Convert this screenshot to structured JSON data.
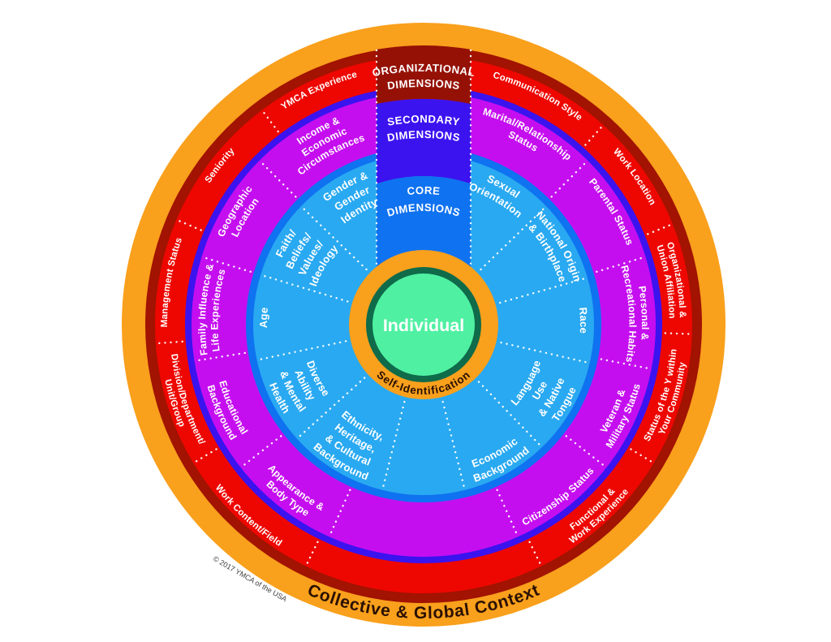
{
  "background_color": "#FFFFFF",
  "center": {
    "label": "Individual",
    "circle_color": "#4FF0A2",
    "border_color": "#0F6B4A",
    "text_color": "#FFFFFF"
  },
  "inner_ring": {
    "label": "Self-Identification",
    "color": "#F9A01C",
    "text_color": "#2A1002"
  },
  "outer_ring": {
    "label": "Collective & Global Context",
    "color": "#F9A01C",
    "text_color": "#2A1002"
  },
  "copyright": "© 2017 YMCA of the USA",
  "title_wedges": [
    {
      "id": "organizational",
      "lines": [
        "ORGANIZATIONAL",
        "DIMENSIONS"
      ],
      "color": "#951106"
    },
    {
      "id": "secondary",
      "lines": [
        "SECONDARY",
        "DIMENSIONS"
      ],
      "color": "#3B13EF"
    },
    {
      "id": "core",
      "lines": [
        "CORE",
        "DIMENSIONS"
      ],
      "color": "#0F72F0"
    }
  ],
  "rings": [
    {
      "id": "organizational",
      "name": "Organizational Dimensions",
      "color": "#EE0701",
      "border_color": "#A21301",
      "text_color": "#FFFFFF",
      "separators": [
        42,
        68,
        92,
        121,
        154,
        206,
        239,
        266,
        293,
        323
      ],
      "segments": [
        {
          "label": "Communication Style",
          "lines": [
            "Communication Style"
          ],
          "mid": 26.5,
          "reversed": false
        },
        {
          "label": "Work Location",
          "lines": [
            "Work Location"
          ],
          "mid": 55,
          "reversed": false
        },
        {
          "label": "Organizational & Union Affiliation",
          "lines": [
            "Organizational &",
            "Union Affiliation"
          ],
          "mid": 80,
          "reversed": false
        },
        {
          "label": "Status of the Y within Your Community",
          "lines": [
            "Status of the Y within",
            "Your Community"
          ],
          "mid": 106.5,
          "reversed": true
        },
        {
          "label": "Functional & Work Experience",
          "lines": [
            "Functional &",
            "Work Experience"
          ],
          "mid": 137.5,
          "reversed": true
        },
        {
          "label": "Work Content/Field",
          "lines": [
            "Work Content/Field"
          ],
          "mid": 222.5,
          "reversed": true
        },
        {
          "label": "Division/Department/Unit/Group",
          "lines": [
            "Division/Department/",
            "Unit/Group"
          ],
          "mid": 252.5,
          "reversed": true
        },
        {
          "label": "Management Status",
          "lines": [
            "Management Status"
          ],
          "mid": 279.5,
          "reversed": false
        },
        {
          "label": "Seniority",
          "lines": [
            "Seniority"
          ],
          "mid": 308,
          "reversed": false
        },
        {
          "label": "YMCA Experience",
          "lines": [
            "YMCA Experience"
          ],
          "mid": 336,
          "reversed": false
        }
      ]
    },
    {
      "id": "secondary",
      "name": "Secondary Dimensions",
      "color": "#C50EF0",
      "border_color": "#3B13EF",
      "text_color": "#FFFFFF",
      "separators": [
        45,
        73,
        101,
        128,
        156,
        204,
        232,
        261,
        287,
        315
      ],
      "segments": [
        {
          "label": "Marital/Relationship Status",
          "lines": [
            "Marital/Relationship",
            "Status"
          ],
          "mid": 28.5,
          "reversed": false
        },
        {
          "label": "Parental Status",
          "lines": [
            "Parental Status"
          ],
          "mid": 59,
          "reversed": false
        },
        {
          "label": "Personal & Recreational Habits",
          "lines": [
            "Personal &",
            "Recreational Habits"
          ],
          "mid": 87,
          "reversed": false
        },
        {
          "label": "Veteran & Military Status",
          "lines": [
            "Veteran &",
            "Military Status"
          ],
          "mid": 114.5,
          "reversed": true
        },
        {
          "label": "Citizenship Status",
          "lines": [
            "Citizenship Status"
          ],
          "mid": 142,
          "reversed": true
        },
        {
          "label": "Appearance & Body Type",
          "lines": [
            "Appearance &",
            "Body Type"
          ],
          "mid": 218,
          "reversed": true
        },
        {
          "label": "Educational Background",
          "lines": [
            "Educational",
            "Background"
          ],
          "mid": 246.5,
          "reversed": true
        },
        {
          "label": "Family Influence & Life Experiences",
          "lines": [
            "Family Influence &",
            "Life Experiences"
          ],
          "mid": 274,
          "reversed": false
        },
        {
          "label": "Geographic Location",
          "lines": [
            "Geographic",
            "Location"
          ],
          "mid": 301,
          "reversed": false
        },
        {
          "label": "Income & Economic Circumstances",
          "lines": [
            "Income &",
            "Economic",
            "Circumstances"
          ],
          "mid": 331.5,
          "reversed": false
        }
      ]
    },
    {
      "id": "core",
      "name": "Core Dimensions",
      "color": "#29A9F1",
      "border_color": "#0F72F0",
      "text_color": "#FFFFFF",
      "separators": [
        46,
        74,
        103,
        136,
        166,
        194,
        228,
        258,
        287,
        314
      ],
      "segments": [
        {
          "label": "Sexual Orientation",
          "lines": [
            "Sexual",
            "Orientation"
          ],
          "mid": 30,
          "reversed": false
        },
        {
          "label": "National Origin & Birthplace",
          "lines": [
            "National Origin",
            "& Birthplace"
          ],
          "mid": 60,
          "reversed": false
        },
        {
          "label": "Race",
          "lines": [
            "Race"
          ],
          "mid": 88.5,
          "reversed": false
        },
        {
          "label": "Language Use & Native Tongue",
          "lines": [
            "Language",
            "Use",
            "& Native",
            "Tongue"
          ],
          "mid": 119.5,
          "reversed": true
        },
        {
          "label": "Economic Background",
          "lines": [
            "Economic",
            "Background"
          ],
          "mid": 151,
          "reversed": true
        },
        {
          "label": "Ethnicity, Heritage, & Cultural Background",
          "lines": [
            "Ethnicity,",
            "Heritage,",
            "& Cultural",
            "Background"
          ],
          "mid": 211,
          "reversed": true
        },
        {
          "label": "Diverse Ability & Mental Health",
          "lines": [
            "Diverse",
            "Ability",
            "& Mental",
            "Health"
          ],
          "mid": 243,
          "reversed": true
        },
        {
          "label": "Age",
          "lines": [
            "Age"
          ],
          "mid": 272.5,
          "reversed": false
        },
        {
          "label": "Faith/Beliefs/Values/Ideology",
          "lines": [
            "Faith/",
            "Beliefs/",
            "Values/",
            "Ideology"
          ],
          "mid": 300.5,
          "reversed": false
        },
        {
          "label": "Gender & Gender Identity",
          "lines": [
            "Gender &",
            "Gender",
            "Identity"
          ],
          "mid": 330.5,
          "reversed": false
        }
      ]
    }
  ]
}
